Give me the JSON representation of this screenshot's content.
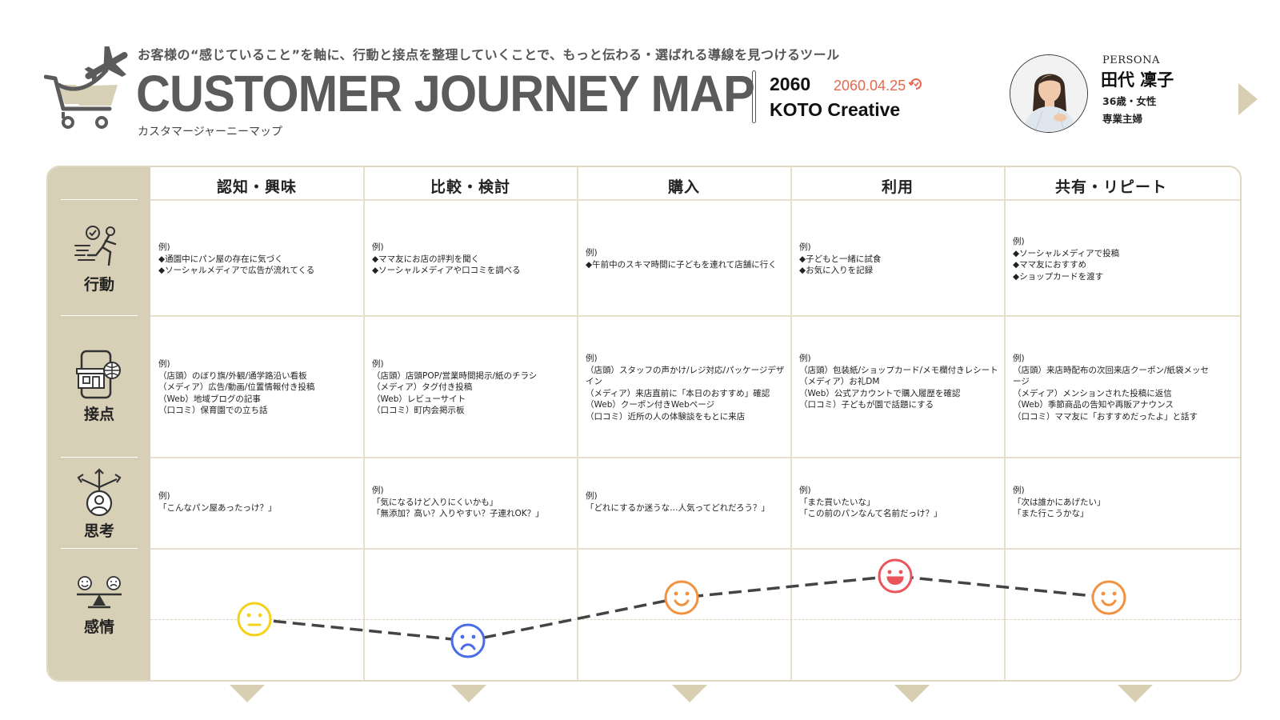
{
  "header": {
    "tagline": "お客様の“感じていること”を軸に、行動と接点を整理していくことで、もっと伝わる・選ばれる導線を見つけるツール",
    "title": "CUSTOMER JOURNEY MAP",
    "subtitle": "カスタマージャーニーマップ",
    "year": "2060",
    "date": "2060.04.25",
    "company": "KOTO Creative"
  },
  "persona": {
    "label": "PERSONA",
    "name": "田代 凜子",
    "age_gender": "36歳・女性",
    "occupation": "専業主婦"
  },
  "stages": [
    "認知・興味",
    "比較・検討",
    "購入",
    "利用",
    "共有・リピート"
  ],
  "rows": {
    "action": {
      "label": "行動",
      "cells": [
        "例)\n◆通園中にパン屋の存在に気づく\n◆ソーシャルメディアで広告が流れてくる",
        "例)\n◆ママ友にお店の評判を聞く\n◆ソーシャルメディアや口コミを調べる",
        "例)\n◆午前中のスキマ時間に子どもを連れて店舗に行く",
        "例)\n◆子どもと一緒に試食\n◆お気に入りを記録",
        "例)\n◆ソーシャルメディアで投稿\n◆ママ友におすすめ\n◆ショップカードを渡す"
      ]
    },
    "touchpoint": {
      "label": "接点",
      "cells": [
        "例)\n（店頭）のぼり旗/外観/通学路沿い看板\n（メディア）広告/動画/位置情報付き投稿\n（Web）地域ブログの記事\n（口コミ）保育園での立ち話",
        "例)\n（店頭）店頭POP/営業時間掲示/紙のチラシ\n（メディア）タグ付き投稿\n（Web）レビューサイト\n（口コミ）町内会掲示板",
        "例)\n（店頭）スタッフの声かけ/レジ対応/パッケージデザイン\n（メディア）来店直前に「本日のおすすめ」確認\n（Web）クーポン付きWebページ\n（口コミ）近所の人の体験談をもとに来店",
        "例)\n（店頭）包装紙/ショップカード/メモ欄付きレシート\n（メディア）お礼DM\n（Web）公式アカウントで購入履歴を確認\n（口コミ）子どもが園で話題にする",
        "例)\n（店頭）来店時配布の次回来店クーポン/紙袋メッセージ\n（メディア）メンションされた投稿に返信\n（Web）季節商品の告知や再販アナウンス\n（口コミ）ママ友に「おすすめだったよ」と話す"
      ]
    },
    "thought": {
      "label": "思考",
      "cells": [
        "例)\n「こんなパン屋あったっけ？」",
        "例)\n「気になるけど入りにくいかも」\n「無添加？高い？入りやすい？子連れOK？」",
        "例)\n「どれにするか迷うな…人気ってどれだろう？」",
        "例)\n「また買いたいな」\n「この前のパンなんて名前だっけ？」",
        "例)\n「次は誰かにあげたい」\n「また行こうかな」"
      ]
    },
    "emotion": {
      "label": "感情"
    }
  },
  "chart_data": {
    "type": "line",
    "categories": [
      "認知・興味",
      "比較・検討",
      "購入",
      "利用",
      "共有・リピート"
    ],
    "values": [
      0,
      -1,
      1,
      2,
      1
    ],
    "moods": [
      "neutral",
      "sad",
      "smile",
      "happy",
      "smile"
    ],
    "ylim": [
      -1,
      2
    ],
    "colors": [
      "#f5d118",
      "#4a6ce8",
      "#f2913e",
      "#e9555a",
      "#f2913e"
    ]
  },
  "colors": {
    "accent": "#d8cfb7",
    "grid": "#e6dfcb",
    "date": "#e8674f",
    "line": "#444444"
  }
}
